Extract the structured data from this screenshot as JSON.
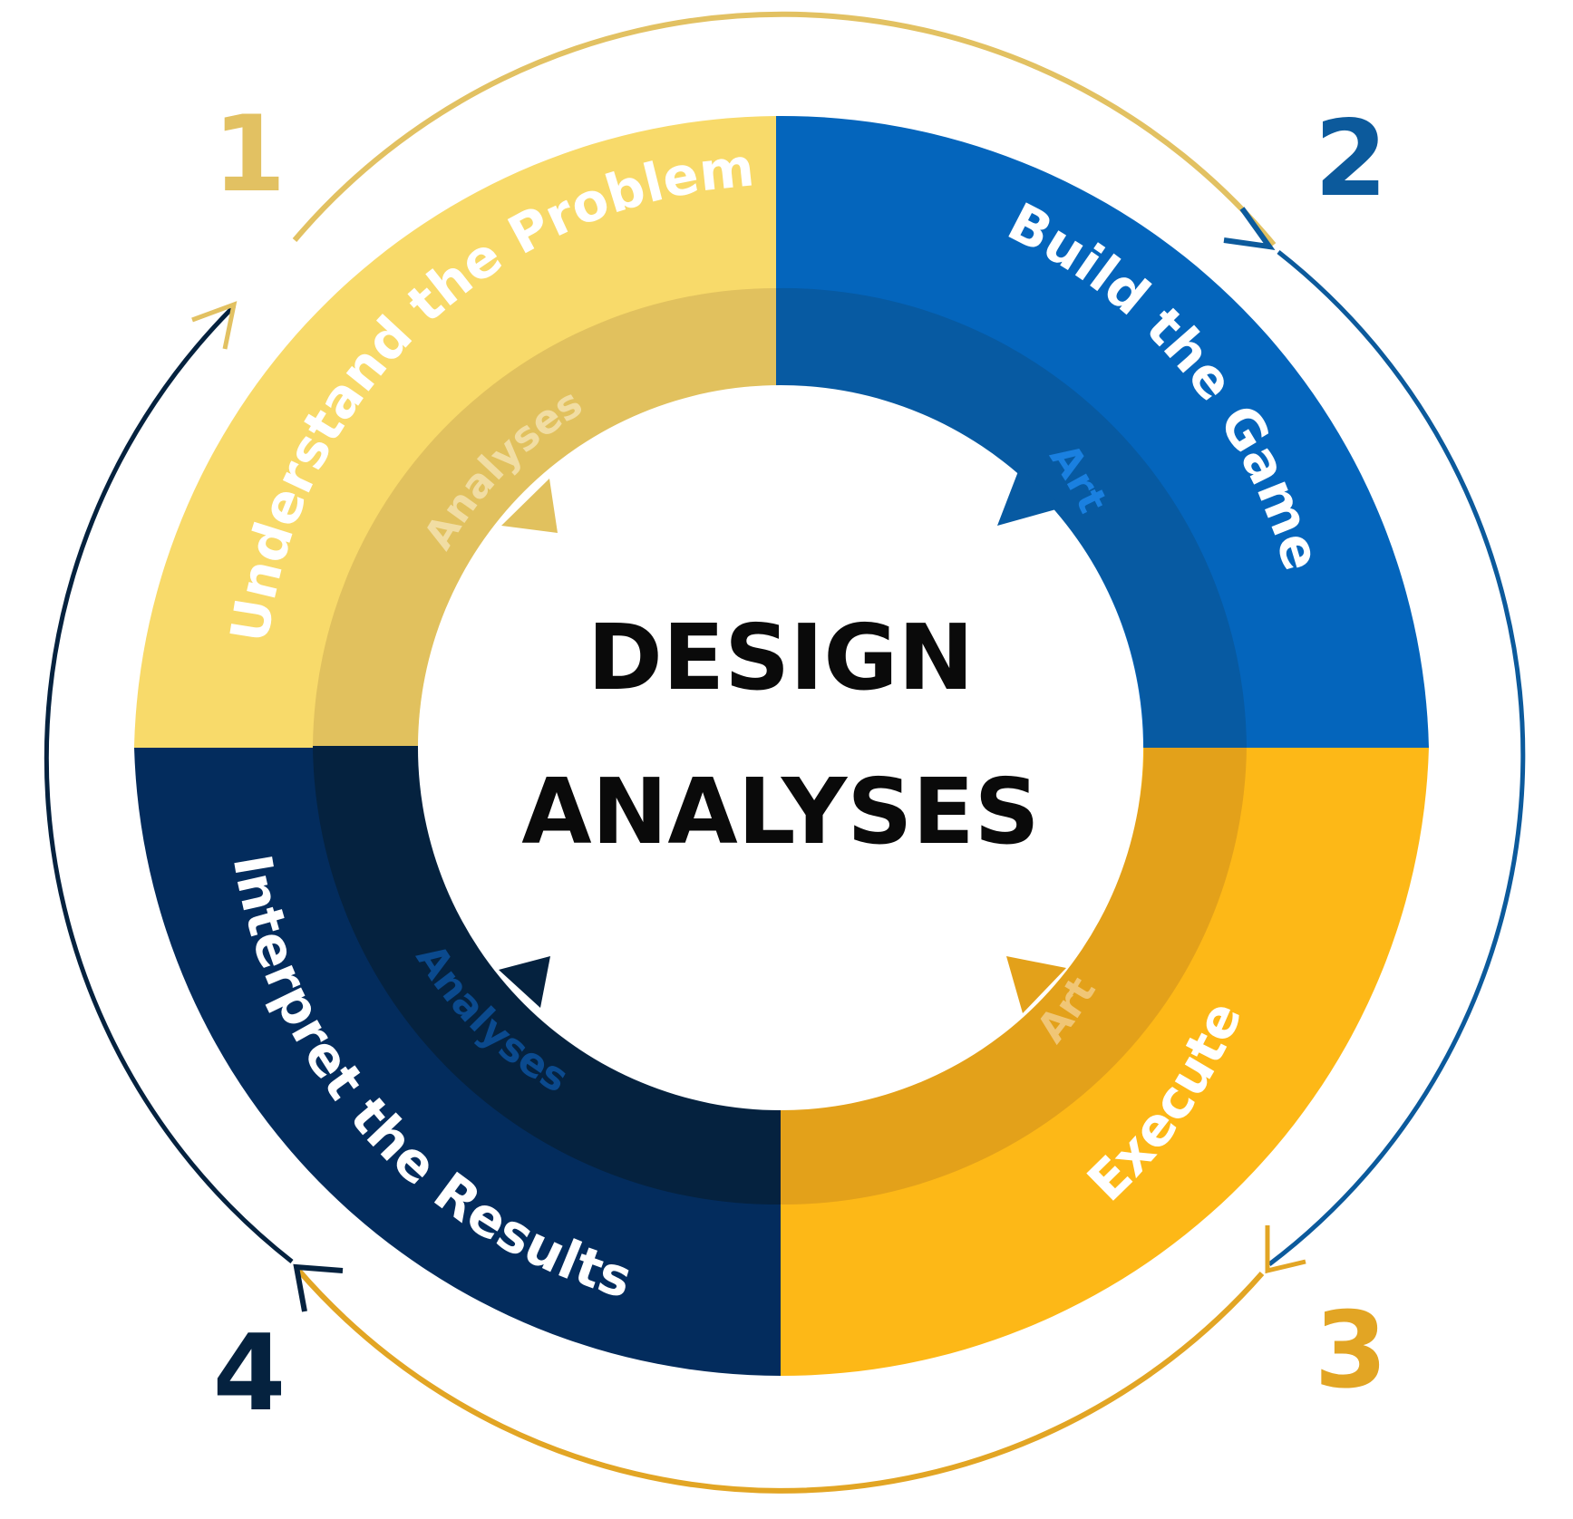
{
  "center": {
    "line1": "DESIGN",
    "line2": "ANALYSES"
  },
  "steps": [
    {
      "number": "1",
      "label": "Understand the Problem",
      "inner": "Analyses",
      "color": "#F8DA6A",
      "inner_color": "#E1C15E",
      "inner_text_color": "#F1DDA3",
      "number_color": "#E2C162",
      "arrow_color": "#E2C162"
    },
    {
      "number": "2",
      "label": "Build the Game",
      "inner": "Art",
      "color": "#0465BC",
      "inner_color": "#075AA2",
      "inner_text_color": "#1A80E0",
      "number_color": "#0C5A9C",
      "arrow_color": "#0C5A9C"
    },
    {
      "number": "3",
      "label": "Execute",
      "inner": "Art",
      "color": "#FDB817",
      "inner_color": "#E3A11A",
      "inner_text_color": "#F0C676",
      "number_color": "#E2A524",
      "arrow_color": "#E2A524"
    },
    {
      "number": "4",
      "label": "Interpret the Results",
      "inner": "Analyses",
      "color": "#032C5D",
      "inner_color": "#05223F",
      "inner_text_color": "#0B4A8E",
      "number_color": "#05223F",
      "arrow_color": "#05223F"
    }
  ]
}
